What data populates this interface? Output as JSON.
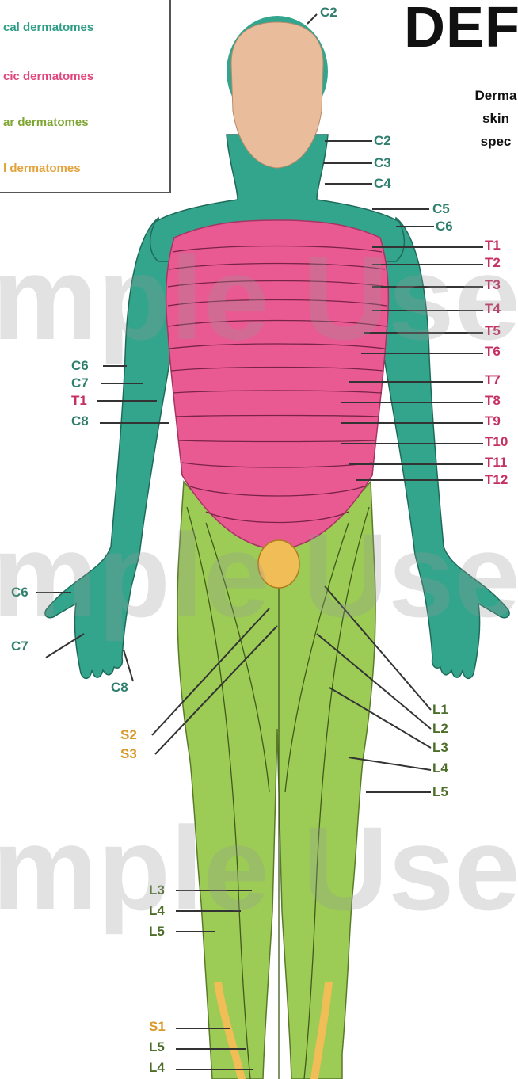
{
  "title": "DEF",
  "subtitle": [
    "Derma",
    "skin",
    "spec"
  ],
  "legend": [
    {
      "text": "cal dermatomes",
      "color": "#2e9d86"
    },
    {
      "text": "cic dermatomes",
      "color": "#e0457c"
    },
    {
      "text": "ar dermatomes",
      "color": "#7fa533"
    },
    {
      "text": "l dermatomes",
      "color": "#e3a23a"
    }
  ],
  "watermark": "mple Use C",
  "colors": {
    "cervical": "#34a58d",
    "thoracic": "#e95a92",
    "lumbar": "#9ccc55",
    "sacral": "#f0bd56",
    "skin": "#e9bc9c",
    "label_cervical": "#2f7f6e",
    "label_thoracic": "#c4305f",
    "label_sacral": "#d99a2b",
    "label_lumbar": "#4d6e29"
  },
  "labels": [
    {
      "text": "C2",
      "group": "cervical"
    },
    {
      "text": "C2",
      "group": "cervical"
    },
    {
      "text": "C3",
      "group": "cervical"
    },
    {
      "text": "C4",
      "group": "cervical"
    },
    {
      "text": "C5",
      "group": "cervical"
    },
    {
      "text": "C6",
      "group": "cervical"
    },
    {
      "text": "T1",
      "group": "thoracic"
    },
    {
      "text": "T2",
      "group": "thoracic"
    },
    {
      "text": "T3",
      "group": "thoracic"
    },
    {
      "text": "T4",
      "group": "thoracic"
    },
    {
      "text": "T5",
      "group": "thoracic"
    },
    {
      "text": "T6",
      "group": "thoracic"
    },
    {
      "text": "T7",
      "group": "thoracic"
    },
    {
      "text": "T8",
      "group": "thoracic"
    },
    {
      "text": "T9",
      "group": "thoracic"
    },
    {
      "text": "T10",
      "group": "thoracic"
    },
    {
      "text": "T11",
      "group": "thoracic"
    },
    {
      "text": "T12",
      "group": "thoracic"
    },
    {
      "text": "C6",
      "group": "cervical"
    },
    {
      "text": "C7",
      "group": "cervical"
    },
    {
      "text": "T1",
      "group": "thoracic"
    },
    {
      "text": "C8",
      "group": "cervical"
    },
    {
      "text": "C6",
      "group": "cervical"
    },
    {
      "text": "C7",
      "group": "cervical"
    },
    {
      "text": "C8",
      "group": "cervical"
    },
    {
      "text": "S2",
      "group": "sacral"
    },
    {
      "text": "S3",
      "group": "sacral"
    },
    {
      "text": "L1",
      "group": "lumbar"
    },
    {
      "text": "L2",
      "group": "lumbar"
    },
    {
      "text": "L3",
      "group": "lumbar"
    },
    {
      "text": "L4",
      "group": "lumbar"
    },
    {
      "text": "L5",
      "group": "lumbar"
    },
    {
      "text": "L3",
      "group": "lumbar"
    },
    {
      "text": "L4",
      "group": "lumbar"
    },
    {
      "text": "L5",
      "group": "lumbar"
    },
    {
      "text": "S1",
      "group": "sacral"
    },
    {
      "text": "L5",
      "group": "lumbar"
    },
    {
      "text": "L4",
      "group": "lumbar"
    }
  ]
}
